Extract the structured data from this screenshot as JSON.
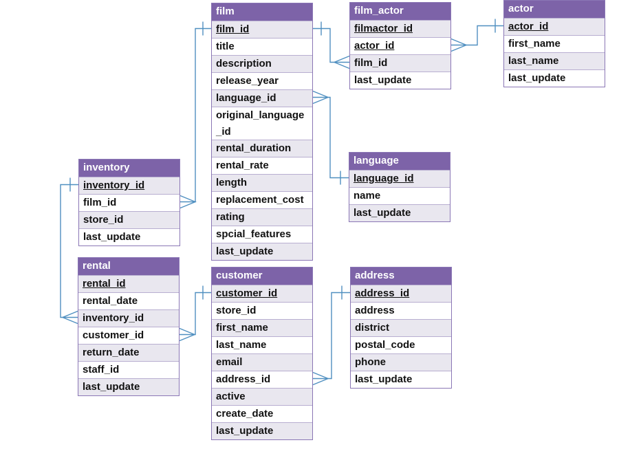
{
  "diagram": {
    "colors": {
      "header_bg": "#7d63a8",
      "header_text": "#ffffff",
      "row_alt_bg": "#e9e7ef",
      "row_bg": "#ffffff",
      "border": "#8a76b5",
      "connector": "#4f8fc0"
    },
    "entities": [
      {
        "id": "film",
        "name": "film",
        "attributes": [
          {
            "label": "film_id",
            "pk": true
          },
          {
            "label": "title",
            "pk": false
          },
          {
            "label": "description",
            "pk": false
          },
          {
            "label": "release_year",
            "pk": false
          },
          {
            "label": "language_id",
            "pk": false
          },
          {
            "label": "original_language\n_id",
            "pk": false
          },
          {
            "label": "rental_duration",
            "pk": false
          },
          {
            "label": "rental_rate",
            "pk": false
          },
          {
            "label": "length",
            "pk": false
          },
          {
            "label": "replacement_cost",
            "pk": false
          },
          {
            "label": "rating",
            "pk": false
          },
          {
            "label": "spcial_features",
            "pk": false
          },
          {
            "label": "last_update",
            "pk": false
          }
        ]
      },
      {
        "id": "film_actor",
        "name": "film_actor",
        "attributes": [
          {
            "label": "filmactor_id",
            "pk": true
          },
          {
            "label": "actor_id",
            "pk": true
          },
          {
            "label": "film_id",
            "pk": false
          },
          {
            "label": "last_update",
            "pk": false
          }
        ]
      },
      {
        "id": "actor",
        "name": "actor",
        "attributes": [
          {
            "label": "actor_id",
            "pk": true
          },
          {
            "label": "first_name",
            "pk": false
          },
          {
            "label": "last_name",
            "pk": false
          },
          {
            "label": "last_update",
            "pk": false
          }
        ]
      },
      {
        "id": "inventory",
        "name": "inventory",
        "attributes": [
          {
            "label": "inventory_id",
            "pk": true
          },
          {
            "label": "film_id",
            "pk": false
          },
          {
            "label": "store_id",
            "pk": false
          },
          {
            "label": "last_update",
            "pk": false
          }
        ]
      },
      {
        "id": "language",
        "name": "language",
        "attributes": [
          {
            "label": "language_id",
            "pk": true
          },
          {
            "label": "name",
            "pk": false
          },
          {
            "label": "last_update",
            "pk": false
          }
        ]
      },
      {
        "id": "rental",
        "name": "rental",
        "attributes": [
          {
            "label": "rental_id",
            "pk": true
          },
          {
            "label": "rental_date",
            "pk": false
          },
          {
            "label": "inventory_id",
            "pk": false
          },
          {
            "label": "customer_id",
            "pk": false
          },
          {
            "label": "return_date",
            "pk": false
          },
          {
            "label": "staff_id",
            "pk": false
          },
          {
            "label": "last_update",
            "pk": false
          }
        ]
      },
      {
        "id": "customer",
        "name": "customer",
        "attributes": [
          {
            "label": "customer_id",
            "pk": true
          },
          {
            "label": "store_id",
            "pk": false
          },
          {
            "label": "first_name",
            "pk": false
          },
          {
            "label": "last_name",
            "pk": false
          },
          {
            "label": "email",
            "pk": false
          },
          {
            "label": "address_id",
            "pk": false
          },
          {
            "label": "active",
            "pk": false
          },
          {
            "label": "create_date",
            "pk": false
          },
          {
            "label": "last_update",
            "pk": false
          }
        ]
      },
      {
        "id": "address",
        "name": "address",
        "attributes": [
          {
            "label": "address_id",
            "pk": true
          },
          {
            "label": "address",
            "pk": false
          },
          {
            "label": "district",
            "pk": false
          },
          {
            "label": "postal_code",
            "pk": false
          },
          {
            "label": "phone",
            "pk": false
          },
          {
            "label": "last_update",
            "pk": false
          }
        ]
      }
    ],
    "relationships": [
      {
        "from": "film.film_id",
        "to": "film_actor.film_id",
        "cardinality": "one-to-many"
      },
      {
        "from": "actor.actor_id",
        "to": "film_actor.actor_id",
        "cardinality": "one-to-many"
      },
      {
        "from": "language.language_id",
        "to": "film.language_id",
        "cardinality": "one-to-many"
      },
      {
        "from": "film.film_id",
        "to": "inventory.film_id",
        "cardinality": "one-to-many"
      },
      {
        "from": "inventory.inventory_id",
        "to": "rental.inventory_id",
        "cardinality": "one-to-many"
      },
      {
        "from": "customer.customer_id",
        "to": "rental.customer_id",
        "cardinality": "one-to-many"
      },
      {
        "from": "address.address_id",
        "to": "customer.address_id",
        "cardinality": "one-to-many"
      }
    ]
  }
}
